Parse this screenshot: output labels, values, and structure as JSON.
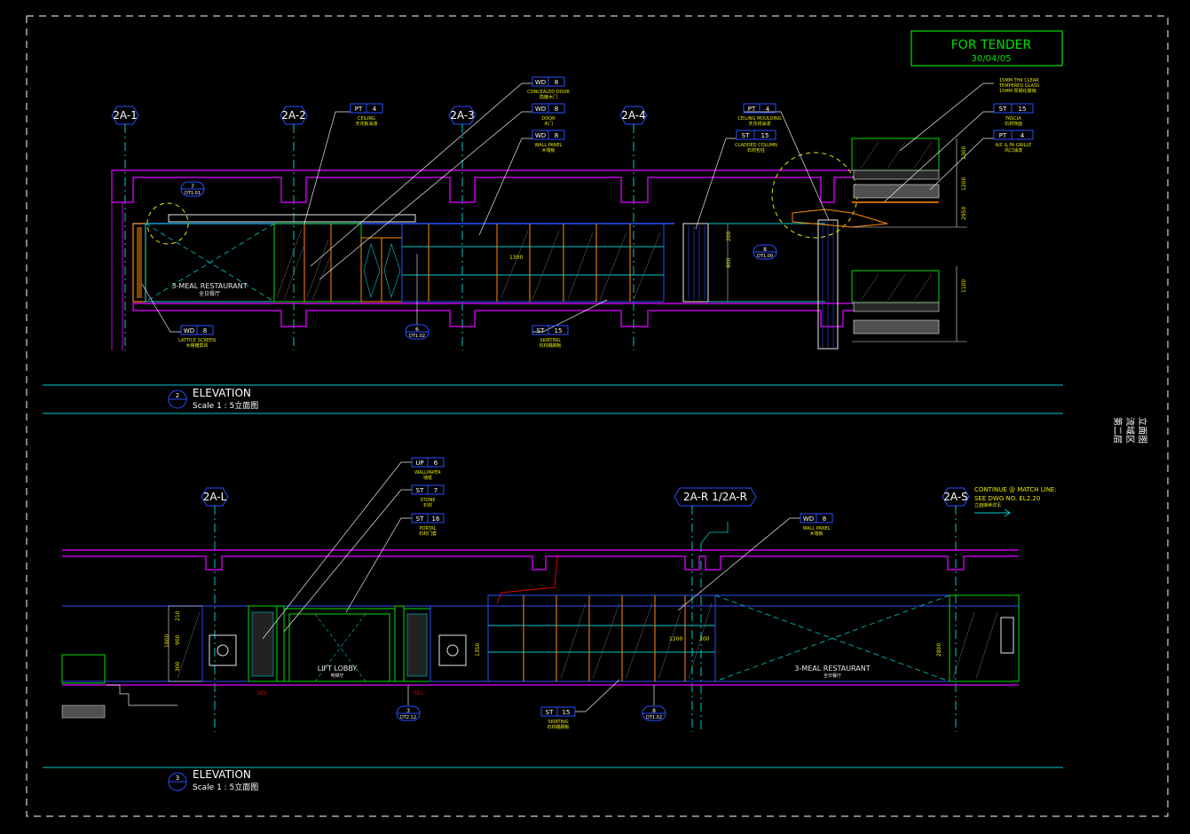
{
  "stamp": {
    "title": "FOR TENDER",
    "date": "30/04/05"
  },
  "side_note": [
    "第二层",
    "流域区",
    "立面图"
  ],
  "elev1": {
    "title": "ELEVATION",
    "scale": "Scale 1 : 5立面图",
    "number": "2",
    "grids": [
      "2A-1",
      "2A-2",
      "2A-3",
      "2A-4"
    ],
    "room": "3-MEAL RESTAURANT",
    "room_cn": "全日餐厅",
    "tags": [
      {
        "code": "WD",
        "num": "8",
        "sub": "CONCEALED DOOR",
        "sub_cn": "隐蔽木门"
      },
      {
        "code": "WD",
        "num": "8",
        "sub": "DOOR",
        "sub_cn": "木门"
      },
      {
        "code": "WD",
        "num": "8",
        "sub": "WALL PANEL",
        "sub_cn": "木墙板"
      },
      {
        "code": "PT",
        "num": "4",
        "sub": "CEILING",
        "sub_cn": "天花板油漆"
      },
      {
        "code": "PT",
        "num": "4",
        "sub": "CEILING MOULDING",
        "sub_cn": "天花线油漆"
      },
      {
        "code": "ST",
        "num": "15",
        "sub": "CLADDED COLUMN",
        "sub_cn": "石材包柱"
      },
      {
        "code": "ST",
        "num": "15",
        "sub": "FASCIA",
        "sub_cn": "石材饰面"
      },
      {
        "code": "PT",
        "num": "4",
        "sub": "A/C & FA GRILLE",
        "sub_cn": "风口油漆"
      },
      {
        "code": "WD",
        "num": "8",
        "sub": "LATTICE SCREEN",
        "sub_cn": "木格栅屏风"
      },
      {
        "code": "ST",
        "num": "15",
        "sub": "SKIRTING",
        "sub_cn": "石材踢脚板"
      }
    ],
    "glass_note": [
      "15MM THK CLEAR",
      "TEMPERED GLASS",
      "15MM 厚钢化玻璃"
    ],
    "details": [
      {
        "top": "7",
        "bot": "DT1.01"
      },
      {
        "top": "6",
        "bot": "DT1.02"
      },
      {
        "top": "8",
        "bot": "DT1.00"
      }
    ],
    "dims": [
      "1300",
      "200",
      "800",
      "1200",
      "1100",
      "1300",
      "2950"
    ]
  },
  "elev2": {
    "title": "ELEVATION",
    "scale": "Scale 1 : 5立面图",
    "number": "3",
    "grids": [
      "2A-L",
      "2A-R 1/2A-R",
      "2A-S"
    ],
    "continue_note": [
      "CONTINUE @ MATCH LINE:",
      "SEE DWG NO. EL2.20",
      "立面接续详见"
    ],
    "room": "3-MEAL RESTAURANT",
    "room_cn": "全日餐厅",
    "lobby": "LIFT LOBBY",
    "lobby_cn": "电梯厅",
    "tags": [
      {
        "code": "UP",
        "num": "6",
        "sub": "WALLPAPER",
        "sub_cn": "墙纸"
      },
      {
        "code": "ST",
        "num": "7",
        "sub": "STONE",
        "sub_cn": "石材"
      },
      {
        "code": "ST",
        "num": "16",
        "sub": "PORTAL",
        "sub_cn": "石材门套"
      },
      {
        "code": "WD",
        "num": "8",
        "sub": "WALL PANEL",
        "sub_cn": "木墙板"
      },
      {
        "code": "ST",
        "num": "15",
        "sub": "SKIRTING",
        "sub_cn": "石材踢脚板"
      }
    ],
    "details": [
      {
        "top": "3",
        "bot": "DT2.12"
      },
      {
        "top": "8",
        "bot": "DT1.02"
      }
    ],
    "markers": [
      "SEL",
      "SEL"
    ],
    "dims": [
      "210",
      "900",
      "300",
      "1200",
      "200",
      "2800",
      "1350",
      "1800"
    ]
  },
  "colors": {
    "magenta": "#c000e0",
    "cyan": "#00c8c8",
    "green": "#00e000",
    "orange": "#ff8c00",
    "yellow": "#e8e800",
    "blue": "#2850ff",
    "white": "#e8e8e8",
    "red": "#e00000"
  }
}
